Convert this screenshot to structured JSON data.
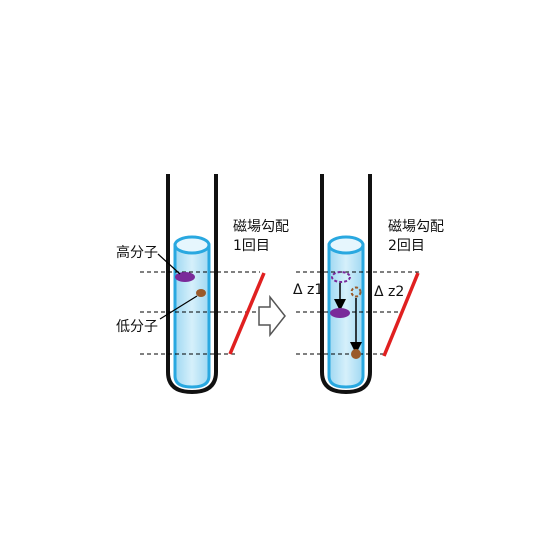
{
  "left_panel": {
    "gradient_label_line1": "磁場勾配",
    "gradient_label_line2": "1回目",
    "high_molecule_label": "高分子",
    "low_molecule_label": "低分子"
  },
  "right_panel": {
    "gradient_label_line1": "磁場勾配",
    "gradient_label_line2": "2回目",
    "dz1_label": "Δ z1",
    "dz2_label": "Δ z2"
  },
  "colors": {
    "tube_outline": "#29a8e0",
    "tube_fill": "#bfe6f7",
    "high_molecule": "#7a2a9a",
    "low_molecule": "#9a5a2a",
    "gradient_line": "#e02020",
    "guide_line": "#000000"
  }
}
